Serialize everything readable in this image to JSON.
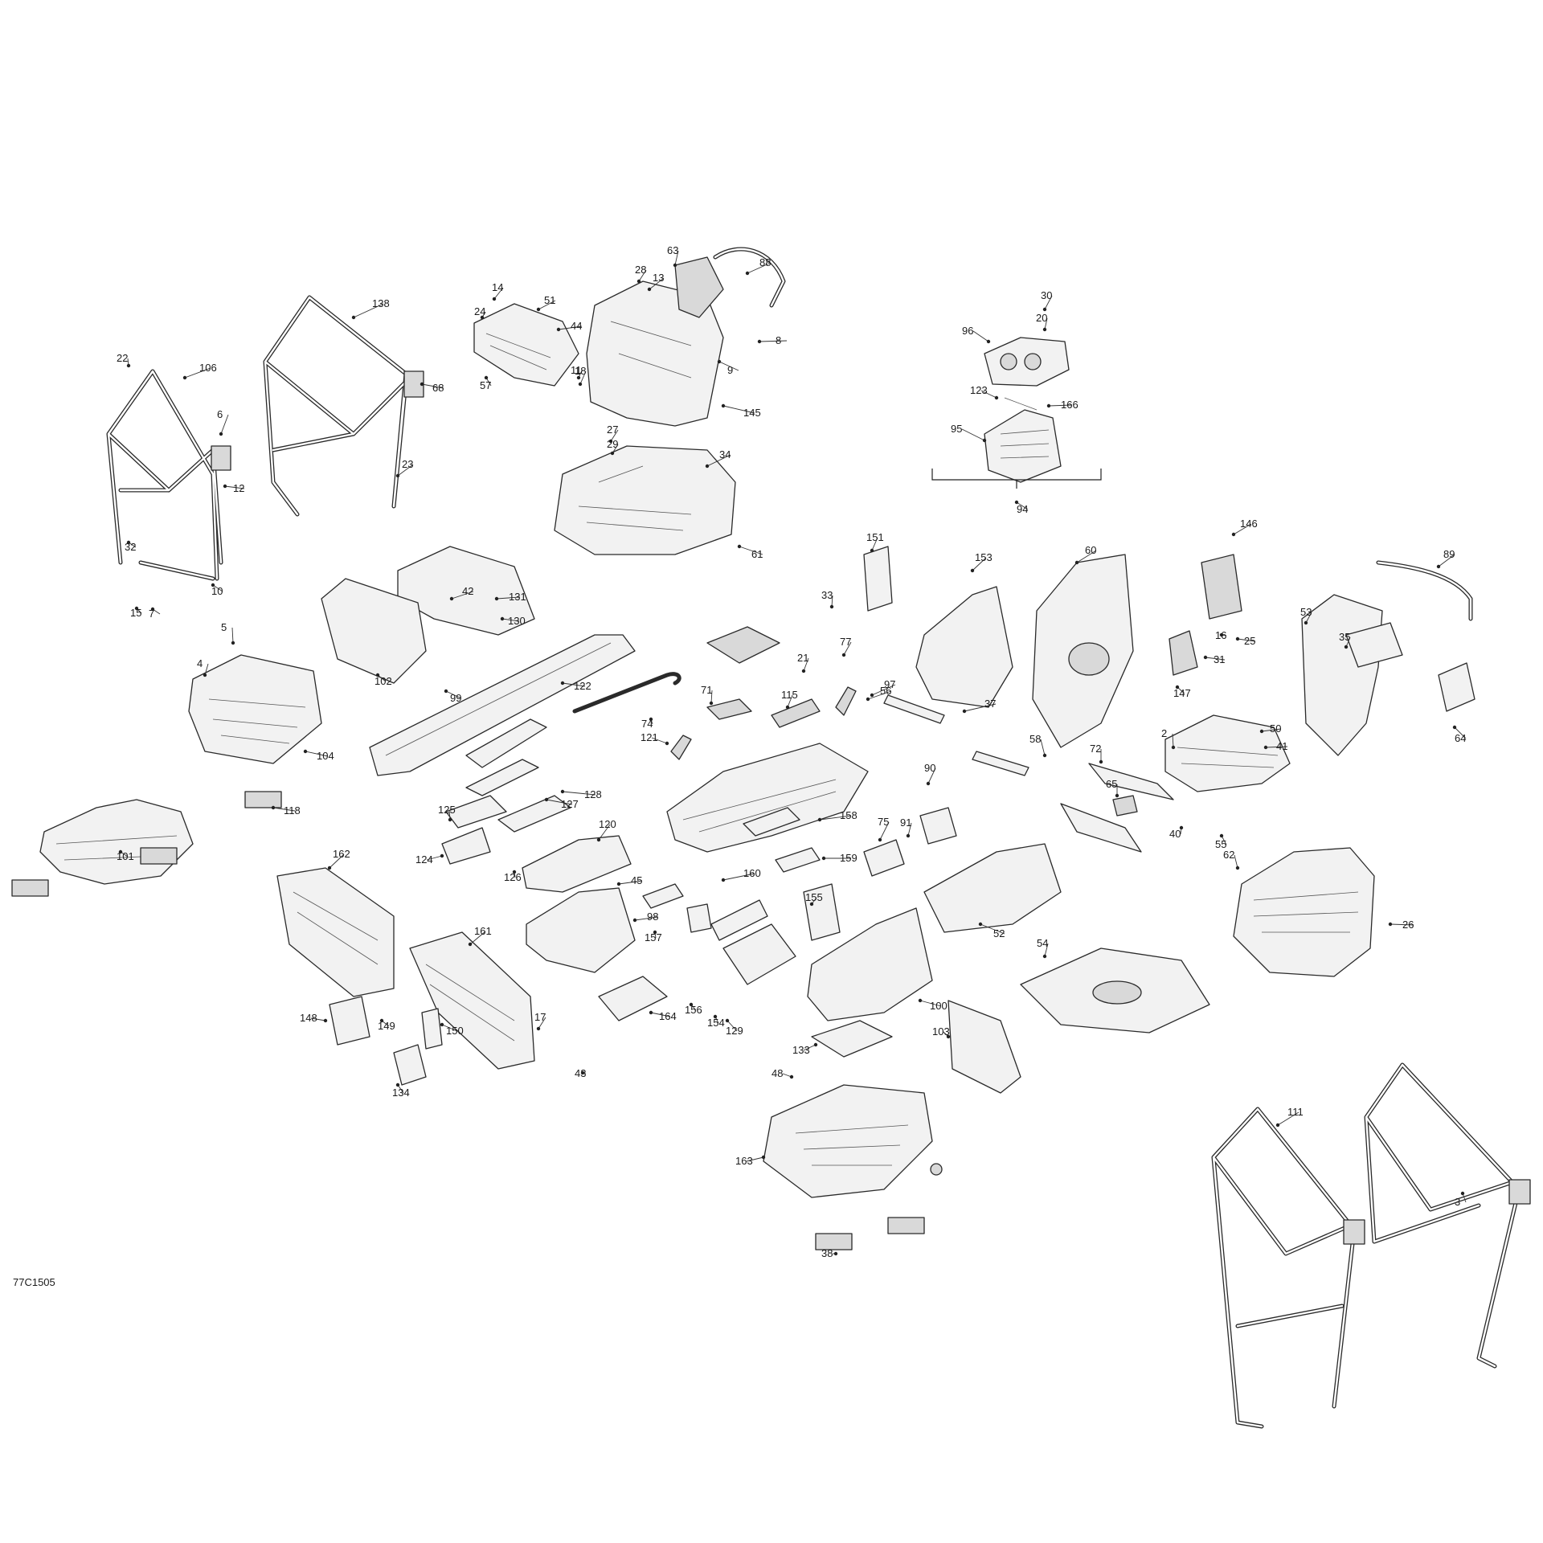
{
  "drawing_code": "77C1505",
  "callouts": [
    "2",
    "3",
    "4",
    "5",
    "6",
    "7",
    "8",
    "9",
    "10",
    "11",
    "12",
    "13",
    "14",
    "15",
    "16",
    "17",
    "18",
    "20",
    "21",
    "22",
    "23",
    "24",
    "25",
    "26",
    "27",
    "28",
    "29",
    "30",
    "31",
    "32",
    "33",
    "34",
    "35",
    "37",
    "38",
    "40",
    "41",
    "42",
    "43",
    "44",
    "45",
    "48",
    "50",
    "51",
    "52",
    "53",
    "54",
    "55",
    "56",
    "57",
    "58",
    "60",
    "61",
    "62",
    "63",
    "64",
    "65",
    "68",
    "71",
    "72",
    "74",
    "75",
    "77",
    "88",
    "89",
    "90",
    "91",
    "94",
    "95",
    "96",
    "97",
    "98",
    "99",
    "100",
    "101",
    "102",
    "103",
    "104",
    "106",
    "111",
    "115",
    "118",
    "120",
    "121",
    "122",
    "123",
    "124",
    "125",
    "126",
    "127",
    "128",
    "129",
    "130",
    "131",
    "133",
    "134",
    "138",
    "145",
    "146",
    "147",
    "148",
    "149",
    "150",
    "151",
    "153",
    "154",
    "155",
    "156",
    "157",
    "158",
    "159",
    "160",
    "161",
    "162",
    "163",
    "164",
    "166"
  ]
}
